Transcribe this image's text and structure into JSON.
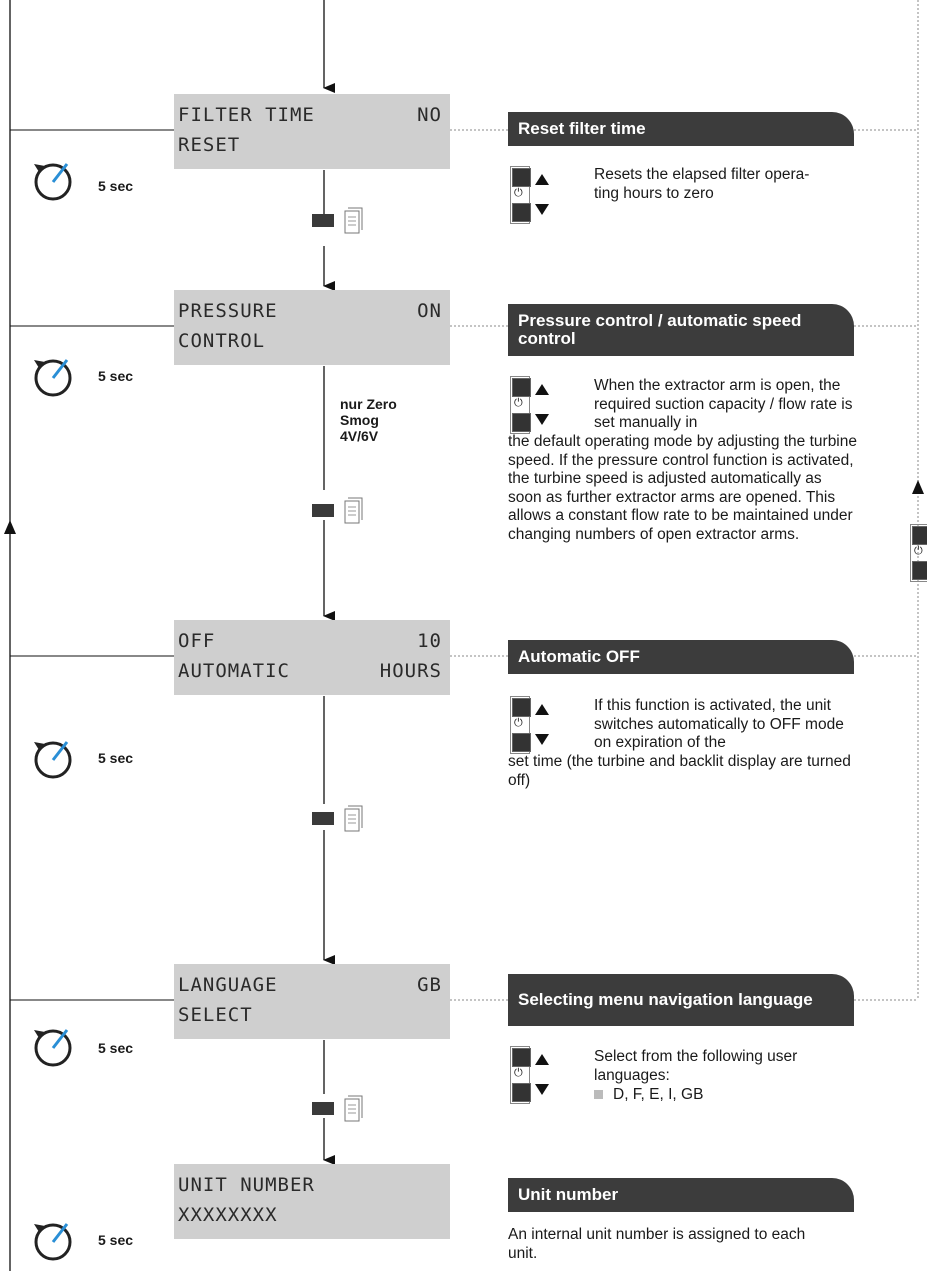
{
  "steps": [
    {
      "lcd_l1": "FILTER TIME",
      "lcd_r1": "NO",
      "lcd_l2": "RESET",
      "lcd_r2": "",
      "header": "Reset filter time",
      "desc": "Resets the elapsed filter opera-\nting hours to zero",
      "timer": "5 sec"
    },
    {
      "lcd_l1": "PRESSURE",
      "lcd_r1": "ON",
      "lcd_l2": "CONTROL",
      "lcd_r2": "",
      "header": "Pressure control / automatic speed control",
      "desc_indent": "When the extractor arm is open, the required suction capacity / flow rate is set manually in",
      "desc_rest": "the default operating mode by adjusting the turbine speed. If the pressure control function is activated, the turbine speed is adjusted automatically as soon as further extractor arms are opened. This allows a constant flow rate to be maintained under changing numbers of open extractor arms.",
      "timer": "5 sec"
    },
    {
      "lcd_l1": "OFF",
      "lcd_r1": "10",
      "lcd_l2": "AUTOMATIC",
      "lcd_r2": "HOURS",
      "header": "Automatic OFF",
      "desc_indent": "If this function is activated, the unit switches automatically to OFF mode on expiration of the",
      "desc_rest": "set time (the turbine and backlit display are turned off)",
      "timer": "5 sec"
    },
    {
      "lcd_l1": "LANGUAGE",
      "lcd_r1": "GB",
      "lcd_l2": "SELECT",
      "lcd_r2": "",
      "header": "Selecting menu navigation language",
      "desc": "Select from the following user languages:",
      "bullet": "D, F, E, I, GB",
      "timer": "5 sec"
    },
    {
      "lcd_l1": "UNIT NUMBER",
      "lcd_r1": "",
      "lcd_l2": "XXXXXXXX",
      "lcd_r2": "",
      "header": "Unit number",
      "desc": "An internal unit number is assigned to each unit.",
      "timer": "5 sec"
    }
  ],
  "zero_smog_note": "nur Zero\nSmog\n4V/6V",
  "colors": {
    "lcd_bg": "#cfcfcf",
    "header_bg": "#3c3c3c",
    "timer_arrow": "#2a8fd6"
  }
}
